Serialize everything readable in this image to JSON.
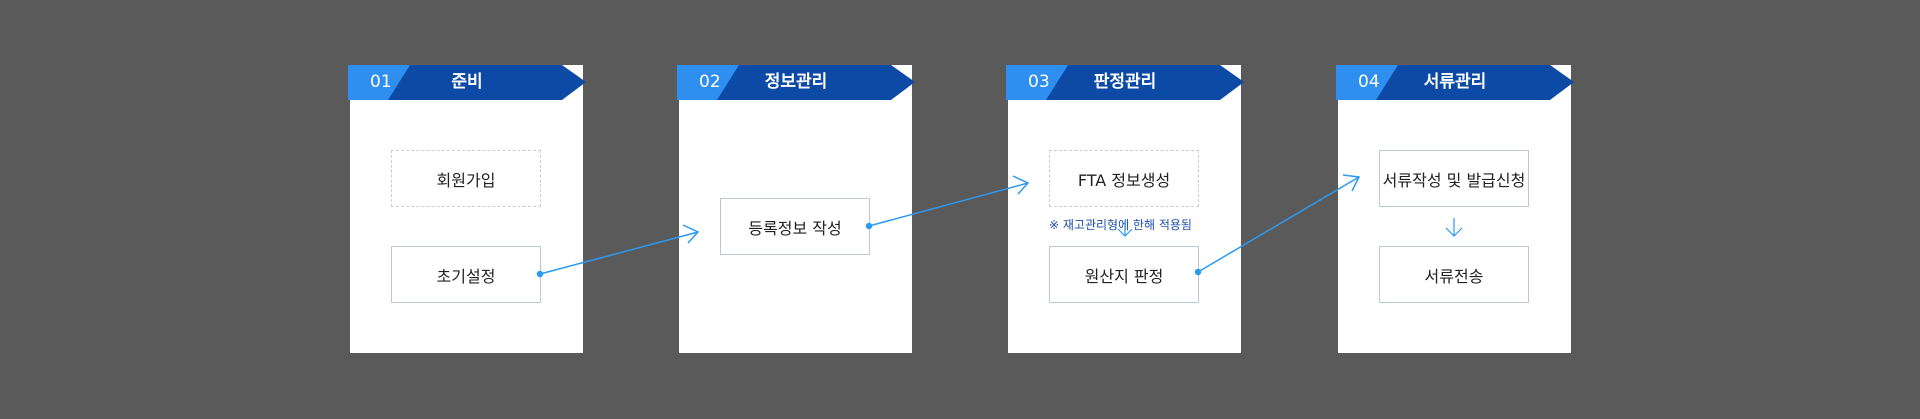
{
  "steps": [
    {
      "num": "01",
      "title": "준비",
      "boxes": [
        "회원가입",
        "초기설정"
      ]
    },
    {
      "num": "02",
      "title": "정보관리",
      "boxes": [
        "등록정보 작성"
      ]
    },
    {
      "num": "03",
      "title": "판정관리",
      "boxes": [
        "FTA 정보생성",
        "원산지 판정"
      ],
      "note": "※ 재고관리형에 한해 적용됨"
    },
    {
      "num": "04",
      "title": "서류관리",
      "boxes": [
        "서류작성 및 발급신청",
        "서류전송"
      ]
    }
  ],
  "colors": {
    "header": "#0d4aa6",
    "tab": "#2f8ff0",
    "connector": "#2b9af3",
    "note": "#1f4fa8"
  }
}
